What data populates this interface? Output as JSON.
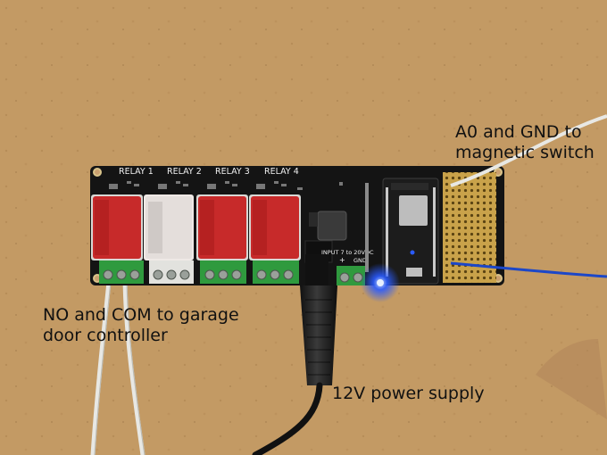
{
  "annotations": {
    "a0_gnd": [
      "A0 and GND to",
      "magnetic switch"
    ],
    "no_com": [
      "NO and COM to garage",
      "door controller"
    ],
    "power": "12V power supply"
  },
  "board": {
    "relay_labels": [
      "RELAY 1",
      "RELAY 2",
      "RELAY 3",
      "RELAY 4"
    ],
    "input_label": "INPUT 7 to 20VDC",
    "gnd_label": "GND",
    "plus_label": "+"
  },
  "colors": {
    "cardboard": "#c39a64",
    "pcb": "#141414",
    "terminal_green": "#2f9a3e",
    "relay_red": "#c72a2a",
    "proto_gold": "#c9a24a",
    "led_blue": "#2a5bff",
    "wire_white": "#e8e8e4",
    "wire_blue": "#1c47c8"
  }
}
